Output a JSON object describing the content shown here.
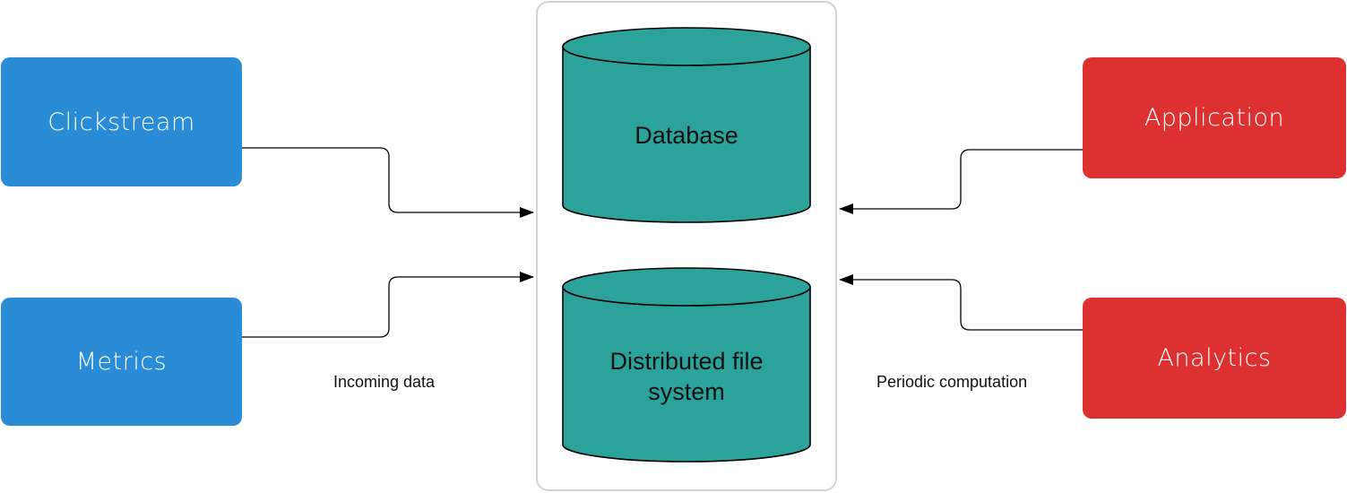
{
  "sources": {
    "clickstream": {
      "label": "Clickstream",
      "color": "#2a8bd6"
    },
    "metrics": {
      "label": "Metrics",
      "color": "#2a8bd6"
    }
  },
  "consumers": {
    "application": {
      "label": "Application",
      "color": "#dc3130"
    },
    "analytics": {
      "label": "Analytics",
      "color": "#dc3130"
    }
  },
  "storage": {
    "database": {
      "label": "Database"
    },
    "dfs": {
      "label_line1": "Distributed file",
      "label_line2": "system"
    },
    "color": "#2ba39a"
  },
  "edge_labels": {
    "incoming": "Incoming data",
    "periodic": "Periodic computation"
  }
}
